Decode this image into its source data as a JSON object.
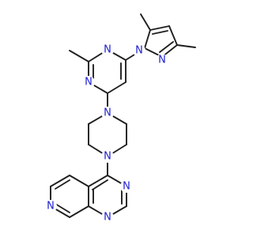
{
  "structure": {
    "atom_labels": [
      "N",
      "N",
      "N",
      "N",
      "N",
      "N",
      "N",
      "N",
      "N"
    ],
    "colors": {
      "bond": "#1f1f1f",
      "heteroatom": "#1f1fd0",
      "background": "#ffffff"
    }
  }
}
